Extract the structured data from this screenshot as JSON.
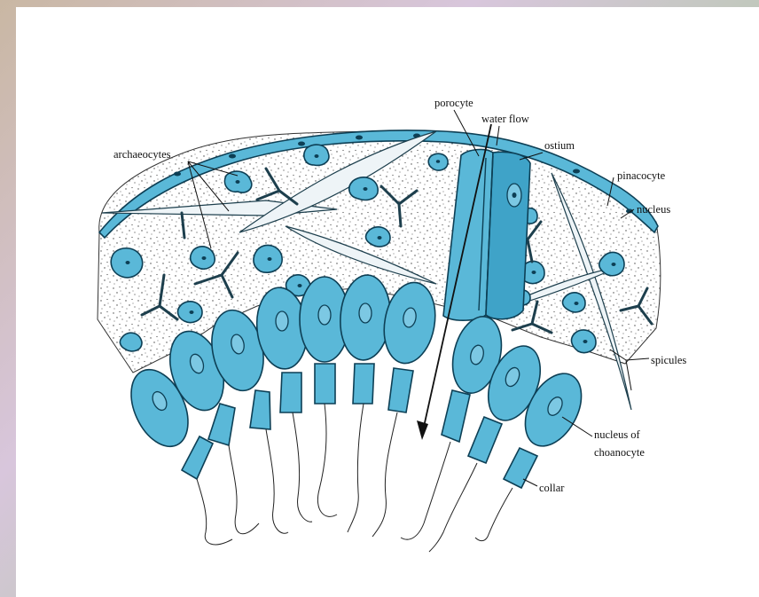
{
  "labels": {
    "archaeocytes": "archaeocytes",
    "porocyte": "porocyte",
    "water_flow": "water flow",
    "ostium": "ostium",
    "pinacocyte": "pinacocyte",
    "nucleus": "nucleus",
    "spicules": "spicules",
    "nucleus_of_choanocyte_1": "nucleus of",
    "nucleus_of_choanocyte_2": "choanocyte",
    "collar": "collar"
  },
  "colors": {
    "cell_fill": "#5ab8d8",
    "cell_outline": "#0d3f55",
    "mesohyl_fill": "#f4f4f4"
  }
}
